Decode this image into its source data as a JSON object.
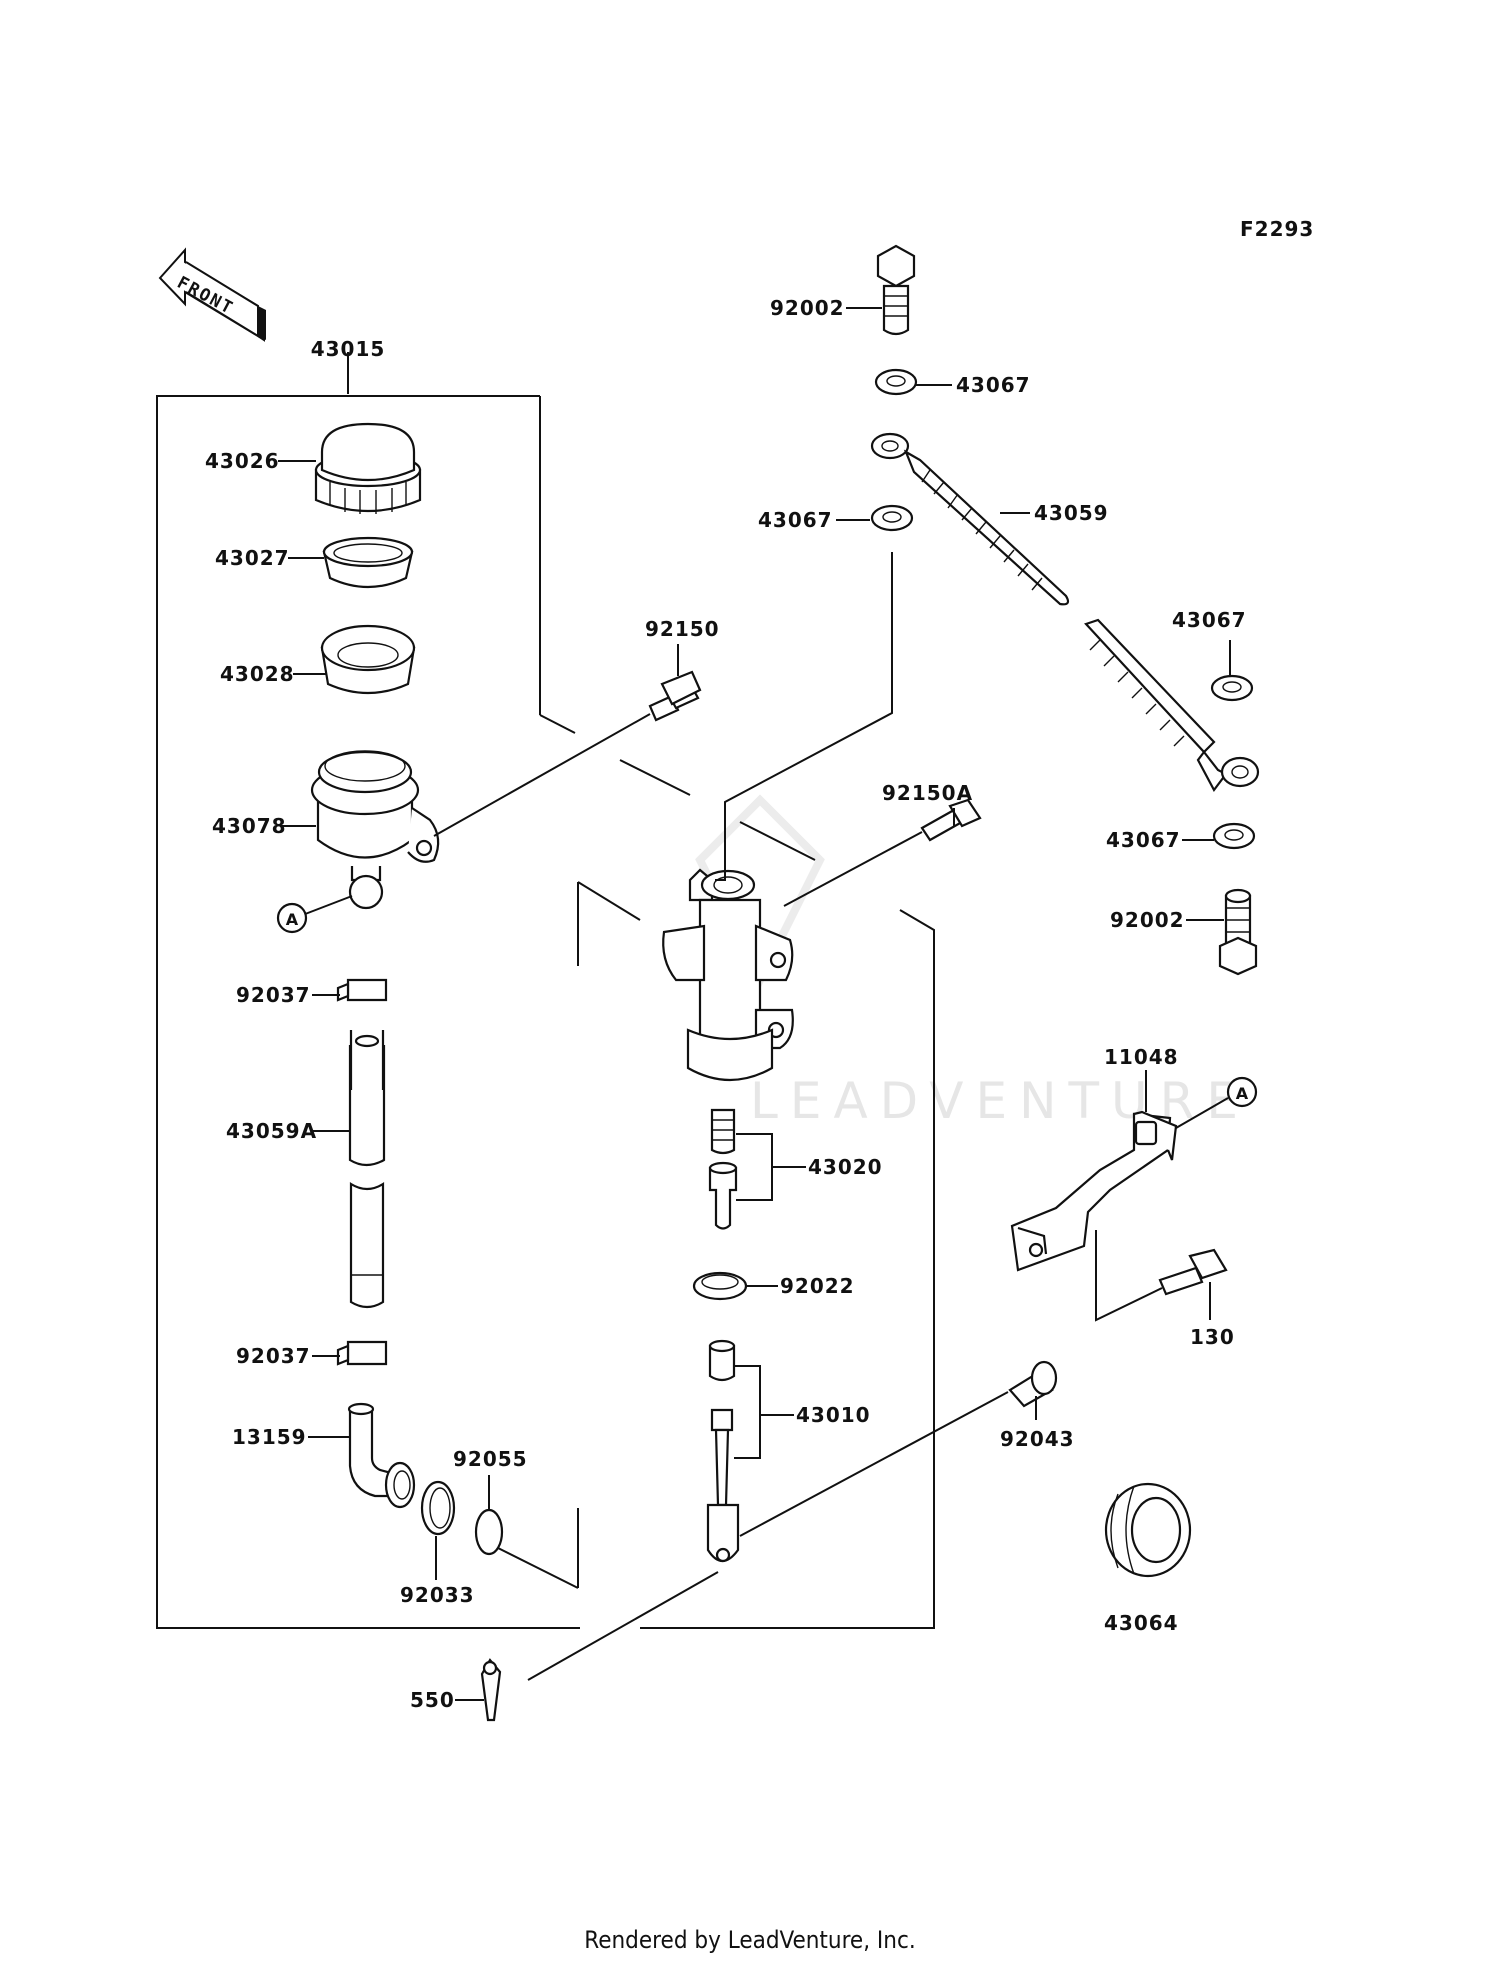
{
  "diagram_code": "F2293",
  "front_arrow_label": "FRONT",
  "watermark": "LEADVENTURE",
  "footer": "Rendered by LeadVenture, Inc.",
  "callout_a": "A",
  "parts": {
    "p43015": "43015",
    "p43026": "43026",
    "p43027": "43027",
    "p43028": "43028",
    "p43078": "43078",
    "p92037_top": "92037",
    "p43059A": "43059A",
    "p92037_bottom": "92037",
    "p13159": "13159",
    "p92055": "92055",
    "p92033": "92033",
    "p550": "550",
    "p92150": "92150",
    "p92150A": "92150A",
    "p92002_top": "92002",
    "p43067_a": "43067",
    "p43067_b": "43067",
    "p43059": "43059",
    "p43067_c": "43067",
    "p43067_d": "43067",
    "p92002_bottom": "92002",
    "p11048": "11048",
    "p130": "130",
    "p43020": "43020",
    "p92022": "92022",
    "p43010": "43010",
    "p92043": "92043",
    "p43064": "43064"
  }
}
